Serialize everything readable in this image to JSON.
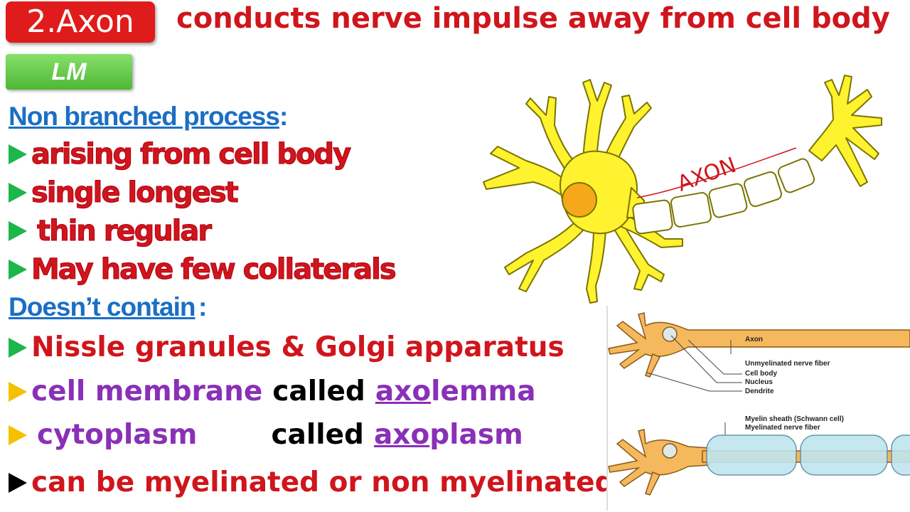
{
  "header": {
    "section_label": "2.Axon",
    "headline": "conducts nerve impulse away from cell body"
  },
  "lm_badge": "LM",
  "section1": {
    "heading": "Non branched process",
    "heading_colon": ":",
    "items": [
      "arising from cell body",
      "single longest",
      "thin regular",
      "May have few collaterals"
    ]
  },
  "section2": {
    "heading": "Doesn’t contain",
    "heading_colon": ":",
    "item1": "Nissle granules & Golgi apparatus",
    "item2": {
      "part1": "cell membrane",
      "part2": "called",
      "part3": "axo",
      "part4": "lemma"
    },
    "item3": {
      "part1": "cytoplasm",
      "part2": "called",
      "part3": "axo",
      "part4": "plasm"
    },
    "item4": "can be myelinated or non myelinated"
  },
  "neuron_diagram": {
    "axon_label": "AXON",
    "colors": {
      "body": "#fff22e",
      "outline": "#7a7400",
      "nucleus": "#f7a81a",
      "label": "#d0151c"
    }
  },
  "fiber_diagram": {
    "labels": {
      "axon": "Axon",
      "unmyelinated": "Unmyelinated nerve fiber",
      "cell_body": "Cell body",
      "nucleus": "Nucleus",
      "dendrite": "Dendrite",
      "myelin_sheath": "Myelin sheath (Schwann cell)",
      "myelinated": "Myelinated nerve fiber"
    },
    "colors": {
      "neuron": "#f5b85c",
      "sheath": "#bfe5ef"
    }
  }
}
